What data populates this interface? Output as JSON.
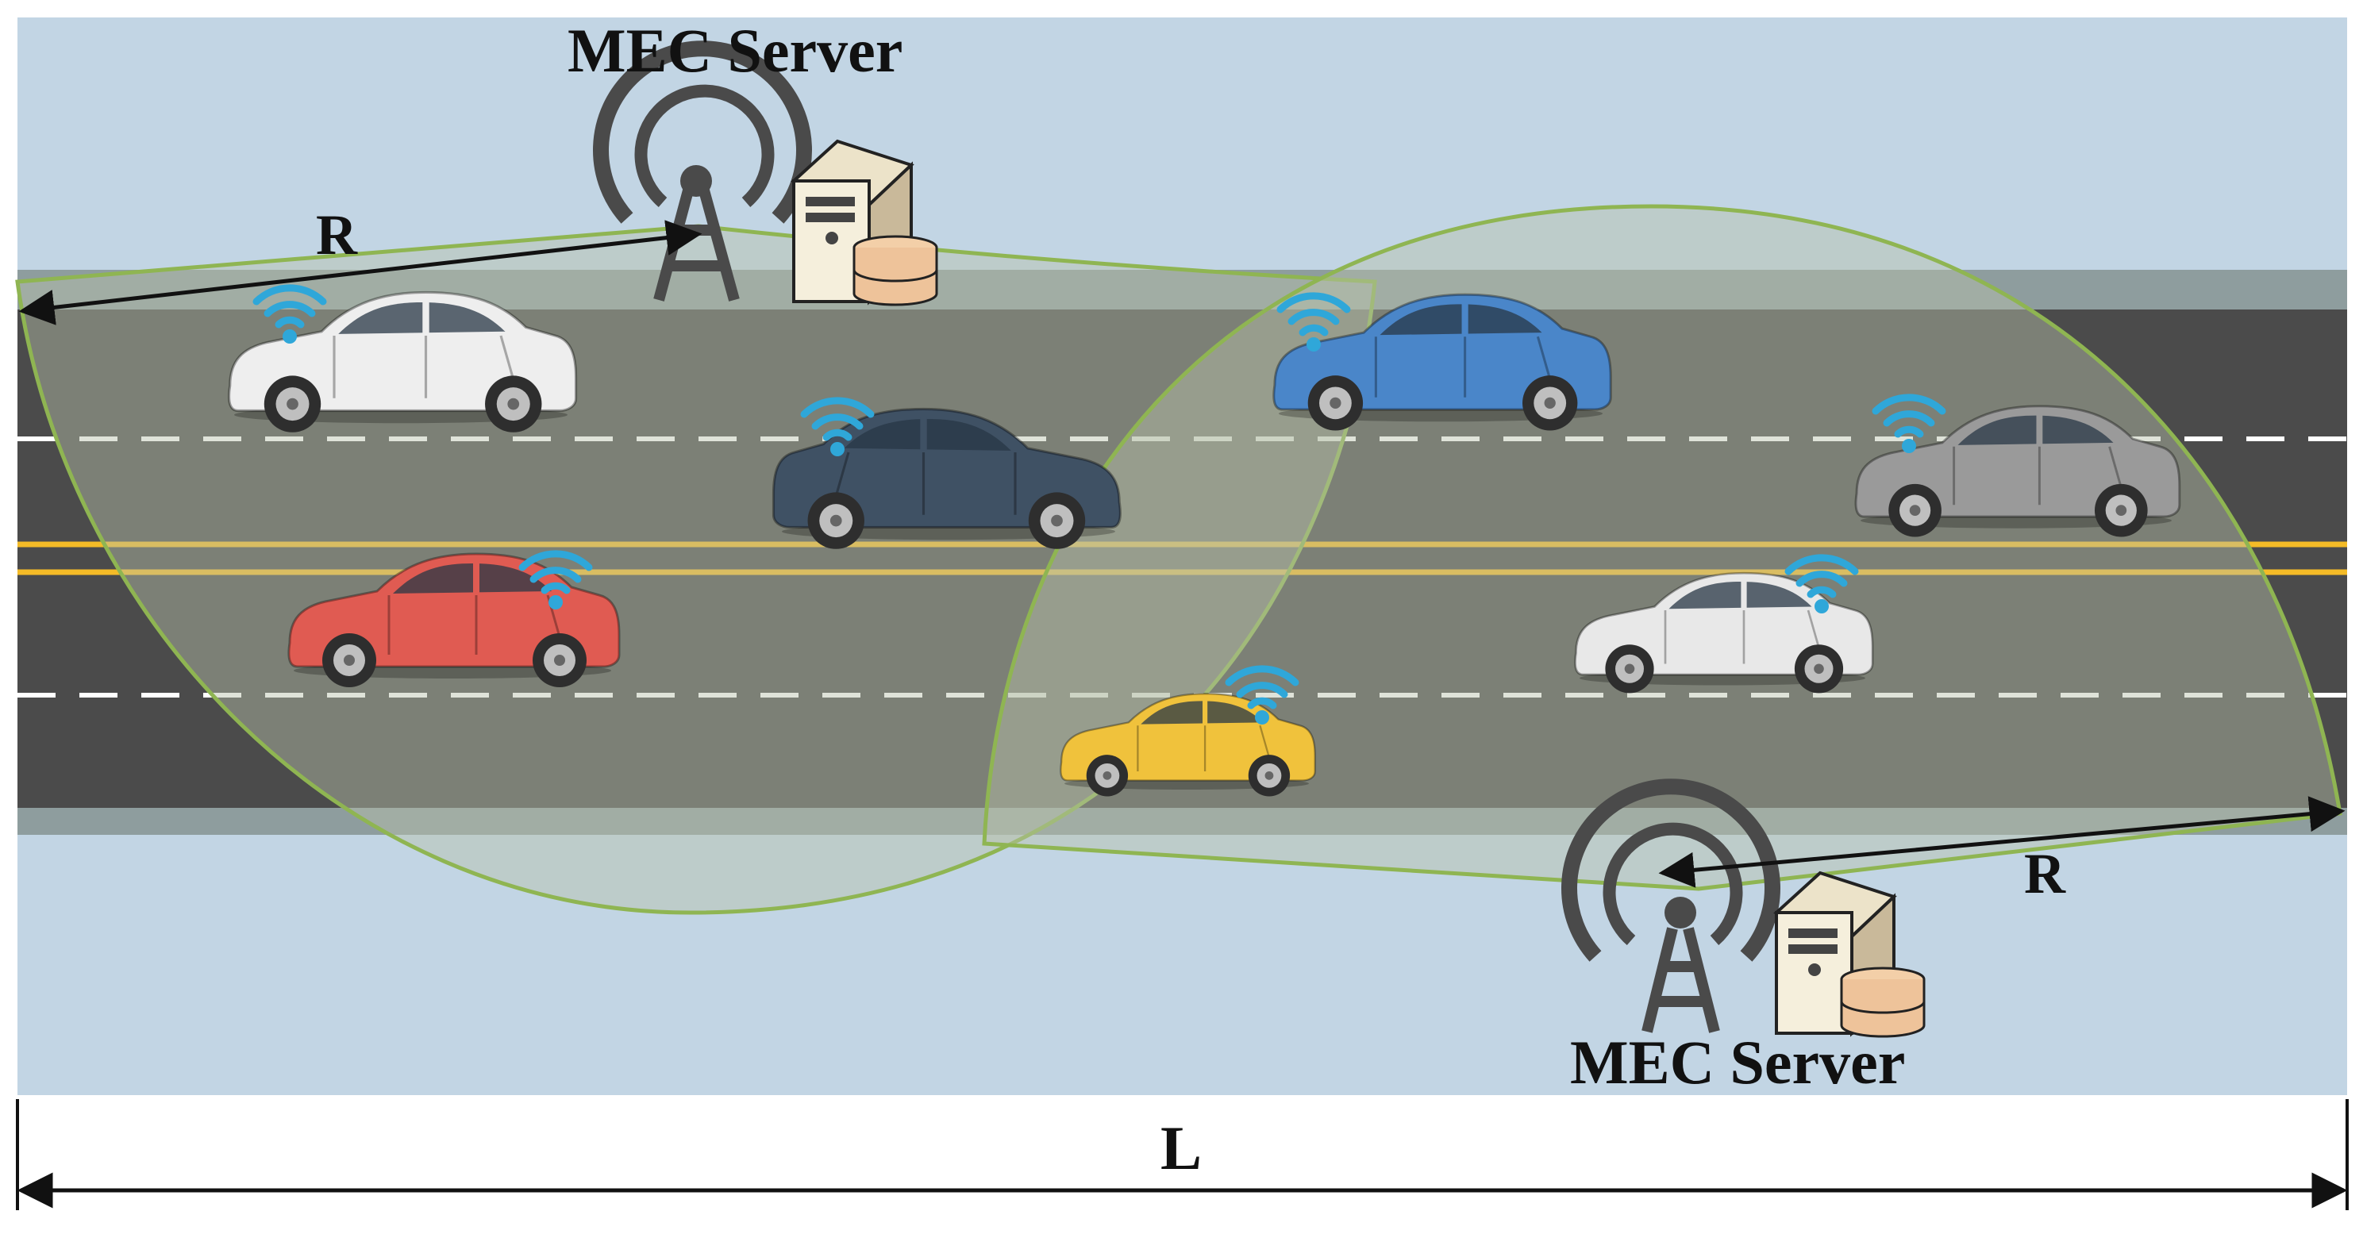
{
  "labels": {
    "server_top": "MEC Server",
    "server_bottom": "MEC Server",
    "radius_top": "R",
    "radius_bottom": "R",
    "length": "L"
  },
  "colors": {
    "background": "#c2d5e4",
    "shoulder": "#8e9d9e",
    "road": "#4b4b4b",
    "lane_dash": "#ffffff",
    "center_line": "#f4bb27",
    "coverage_fill": "#b7c1aa",
    "coverage_stroke": "#8fb552",
    "wifi": "#2fa7d9",
    "tower": "#4a4a4a",
    "arrow": "#111111"
  },
  "vehicles": [
    {
      "id": "car-white-sedan",
      "color": "#eeeeee"
    },
    {
      "id": "car-navy-coupe",
      "color": "#3f5164"
    },
    {
      "id": "car-red-sedan",
      "color": "#e05b52"
    },
    {
      "id": "car-blue-sedan",
      "color": "#4a86c9"
    },
    {
      "id": "car-yellow-hatch",
      "color": "#f0c23c"
    },
    {
      "id": "car-gray-hatch",
      "color": "#9a9a9a"
    },
    {
      "id": "car-white-compact",
      "color": "#e8e8e8"
    }
  ]
}
